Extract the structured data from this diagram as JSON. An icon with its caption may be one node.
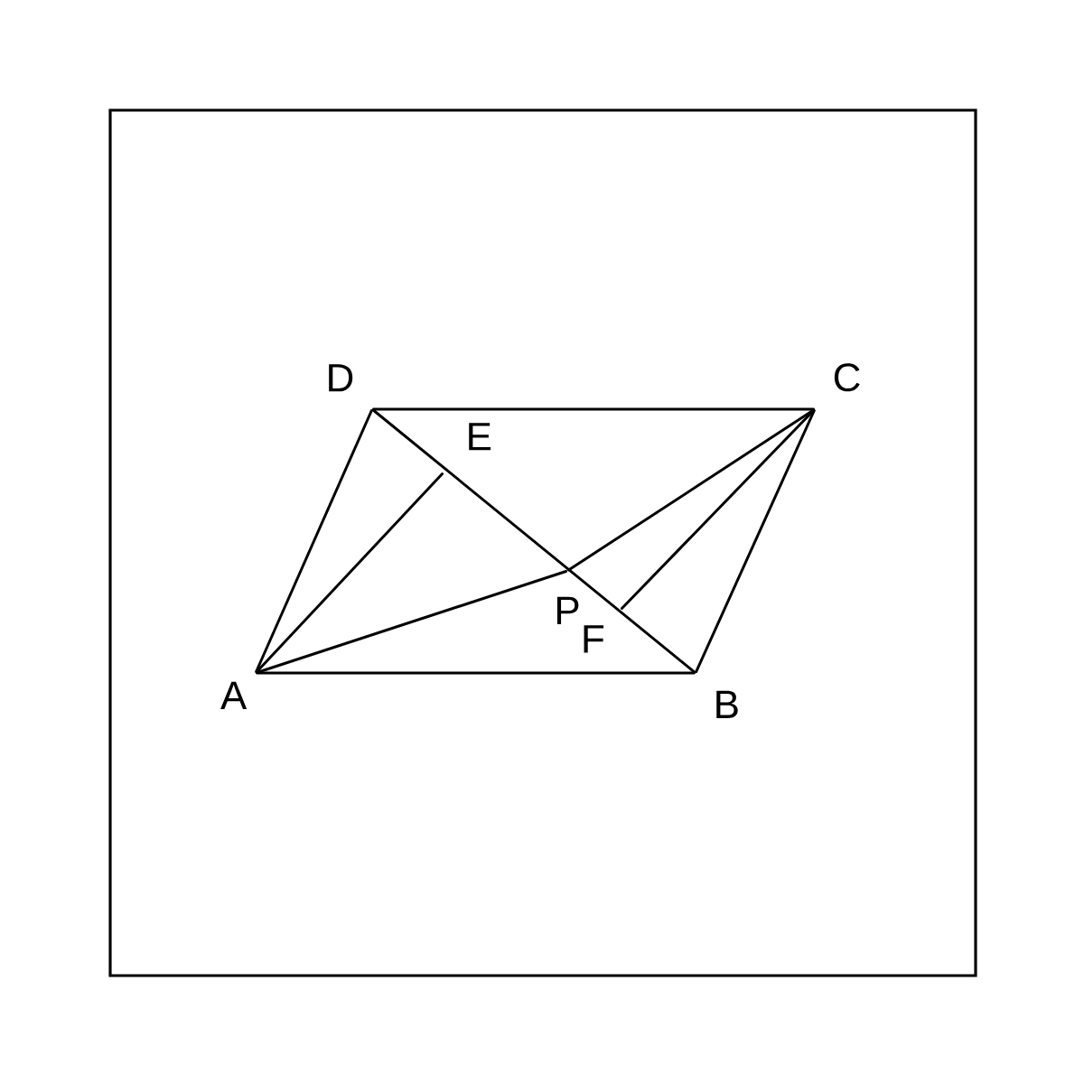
{
  "diagram": {
    "nodes": [
      {
        "text": [
          "A"
        ]
      },
      {
        "text": [
          "B"
        ]
      },
      {
        "text": [
          "C"
        ]
      },
      {
        "text": [
          "D"
        ]
      },
      {
        "text": [
          "E"
        ]
      },
      {
        "text": [
          "P"
        ]
      },
      {
        "text": [
          "F"
        ]
      }
    ],
    "edges": [
      {
        "from": 0,
        "to": 1,
        "arrow": "none"
      },
      {
        "from": 1,
        "to": 2,
        "arrow": "none"
      },
      {
        "from": 2,
        "to": 3,
        "arrow": "none"
      },
      {
        "from": 3,
        "to": 0,
        "arrow": "none"
      },
      {
        "from": 3,
        "to": 1,
        "arrow": "none"
      },
      {
        "from": 0,
        "to": 4,
        "arrow": "none"
      },
      {
        "from": 2,
        "to": 6,
        "arrow": "none"
      },
      {
        "from": 0,
        "to": 5,
        "arrow": "none"
      },
      {
        "from": 5,
        "to": 2,
        "arrow": "none"
      }
    ]
  }
}
